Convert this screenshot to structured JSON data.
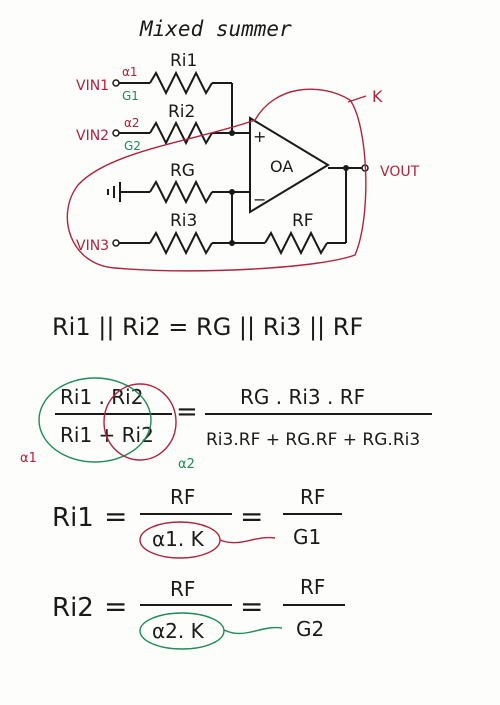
{
  "title": "Mixed summer",
  "circuit": {
    "vin1": "VIN1",
    "vin2": "VIN2",
    "vin3": "VIN3",
    "vout": "VOUT",
    "ri1": "Ri1",
    "ri2": "Ri2",
    "ri3": "Ri3",
    "rg": "RG",
    "rf": "RF",
    "opamp": "OA",
    "plus": "+",
    "minus": "−",
    "k": "K",
    "alpha1": "α1",
    "alpha2": "α2",
    "g1": "G1",
    "g2": "G2"
  },
  "equations": {
    "eq1": "Ri1 || Ri2 = RG || Ri3 || RF",
    "eq2_lhs_num": "Ri1 . Ri2",
    "eq2_lhs_den": "Ri1 + Ri2",
    "eq2_equals": "=",
    "eq2_rhs_num": "RG . Ri3 . RF",
    "eq2_rhs_den": "Ri3.RF + RG.RF + RG.Ri3",
    "eq2_alpha1": "α1",
    "eq2_alpha2": "α2",
    "eq3_lhs": "Ri1",
    "eq3_num": "RF",
    "eq3_den": "α1. K",
    "eq3_num2": "RF",
    "eq3_den2": "G1",
    "eq4_lhs": "Ri2",
    "eq4_num": "RF",
    "eq4_den": "α2. K",
    "eq4_num2": "RF",
    "eq4_den2": "G2",
    "equals": "="
  },
  "colors": {
    "ink": "#1a1a1a",
    "red": "#b0233f",
    "green": "#1f8a5a"
  }
}
